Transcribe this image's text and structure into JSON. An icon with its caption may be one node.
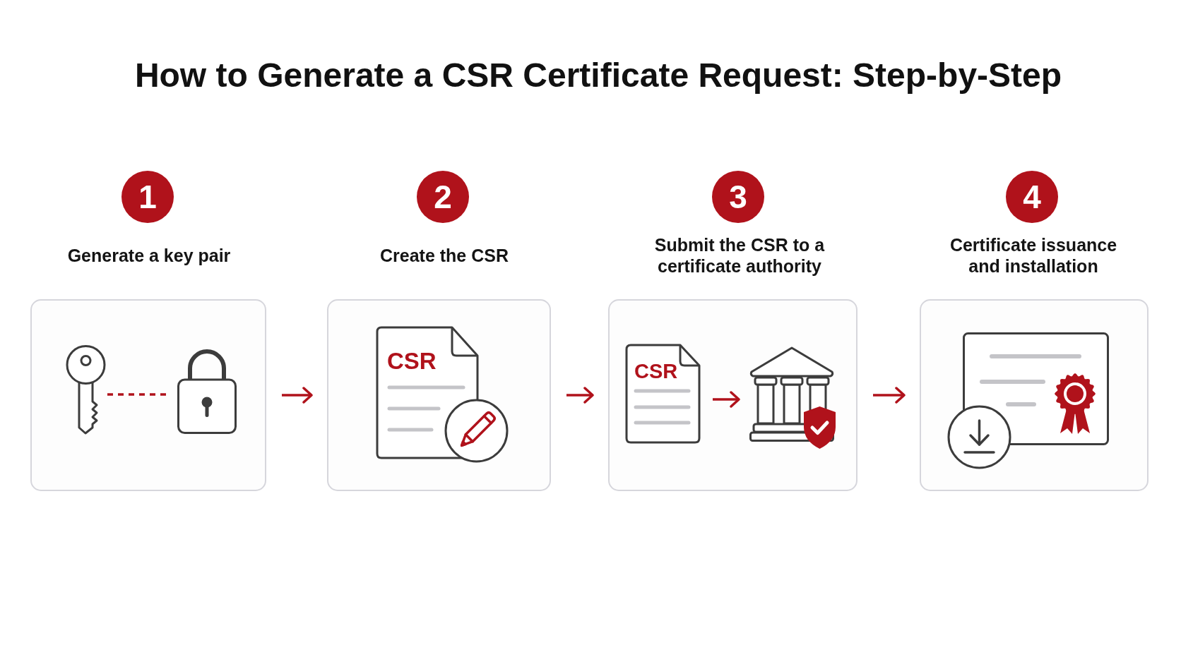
{
  "diagram": {
    "title": "How to Generate a CSR Certificate Request: Step-by-Step",
    "nodes": [
      {
        "text": [
          "1"
        ]
      },
      {
        "text": [
          "Generate a key pair"
        ]
      },
      {
        "text": [],
        "shape": "picture",
        "in": 1
      },
      {
        "text": [],
        "shape": "picture",
        "in": 1
      },
      {
        "text": [
          "2"
        ]
      },
      {
        "text": [
          "Create the CSR"
        ]
      },
      {
        "text": [
          "CSR"
        ],
        "in": 5
      },
      {
        "text": [
          "3"
        ]
      },
      {
        "text": [
          "Submit the CSR to a certificate authority"
        ]
      },
      {
        "text": [
          "CSR"
        ],
        "in": 8
      },
      {
        "text": [],
        "shape": "picture",
        "in": 8
      },
      {
        "text": [
          "4"
        ]
      },
      {
        "text": [
          "Certificate issuance and installation"
        ]
      }
    ],
    "edges": [
      {
        "from": 2,
        "to": 3,
        "arrow": "none",
        "style": "dashed"
      },
      {
        "from": 1,
        "to": 5,
        "arrow": "to"
      },
      {
        "from": 5,
        "to": 8,
        "arrow": "to"
      },
      {
        "from": 9,
        "to": 10,
        "arrow": "to"
      },
      {
        "from": 8,
        "to": 12,
        "arrow": "to"
      }
    ]
  }
}
